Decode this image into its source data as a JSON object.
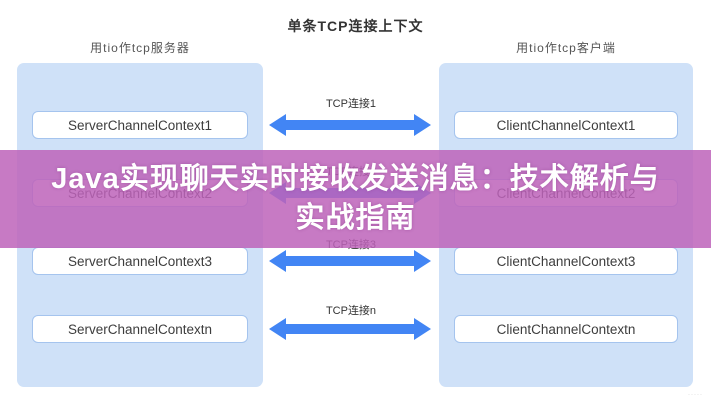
{
  "page": {
    "title": "单条TCP连接上下文",
    "watermark": "·····"
  },
  "colors": {
    "panel_background": "#cfe1f8",
    "node_border": "#a5c4ee",
    "arrow_blue": "#4285f4",
    "banner_overlay": "rgba(189,99,186,0.85)",
    "banner_text": "#ffffff"
  },
  "server_panel": {
    "header": "用tio作tcp服务器",
    "boxes": [
      "ServerChannelContext1",
      "ServerChannelContext2",
      "ServerChannelContext3",
      "ServerChannelContextn"
    ]
  },
  "client_panel": {
    "header": "用tio作tcp客户端",
    "boxes": [
      "ClientChannelContext1",
      "ClientChannelContext2",
      "ClientChannelContext3",
      "ClientChannelContextn"
    ]
  },
  "connections": {
    "labels": [
      "TCP连接1",
      "TCP连接2",
      "TCP连接3",
      "TCP连接n"
    ]
  },
  "banner": {
    "line1": "Java实现聊天实时接收发送消息：技术解析与",
    "line2": "实战指南"
  }
}
